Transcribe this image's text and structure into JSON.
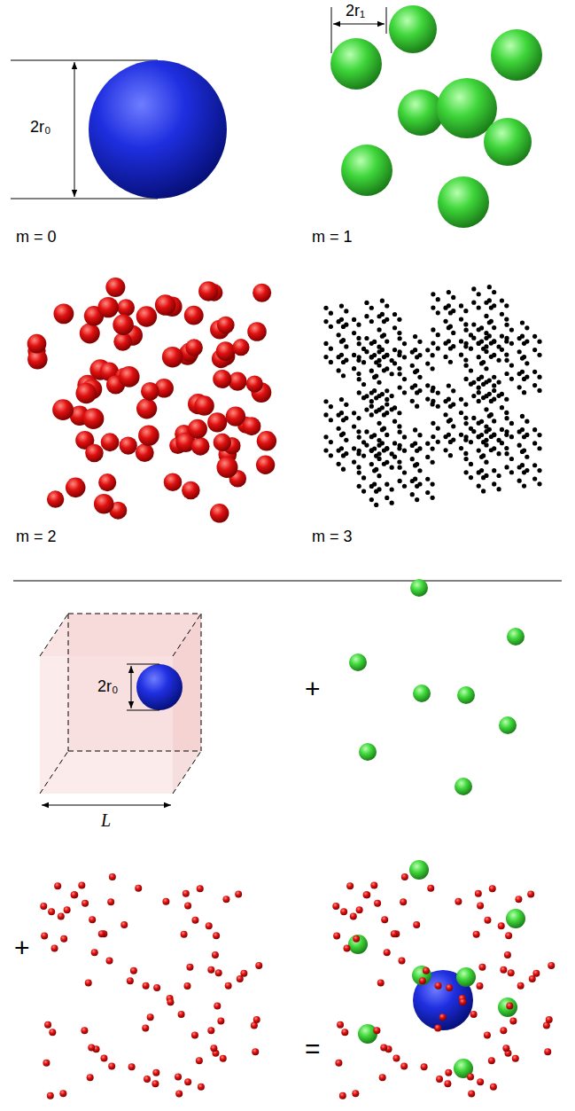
{
  "diagram": {
    "labels": [
      "2r₀",
      "2r₁",
      "m = 0",
      "m = 1",
      "m = 2",
      "m = 3",
      "2r₀",
      "L",
      "+",
      "+",
      "="
    ]
  }
}
